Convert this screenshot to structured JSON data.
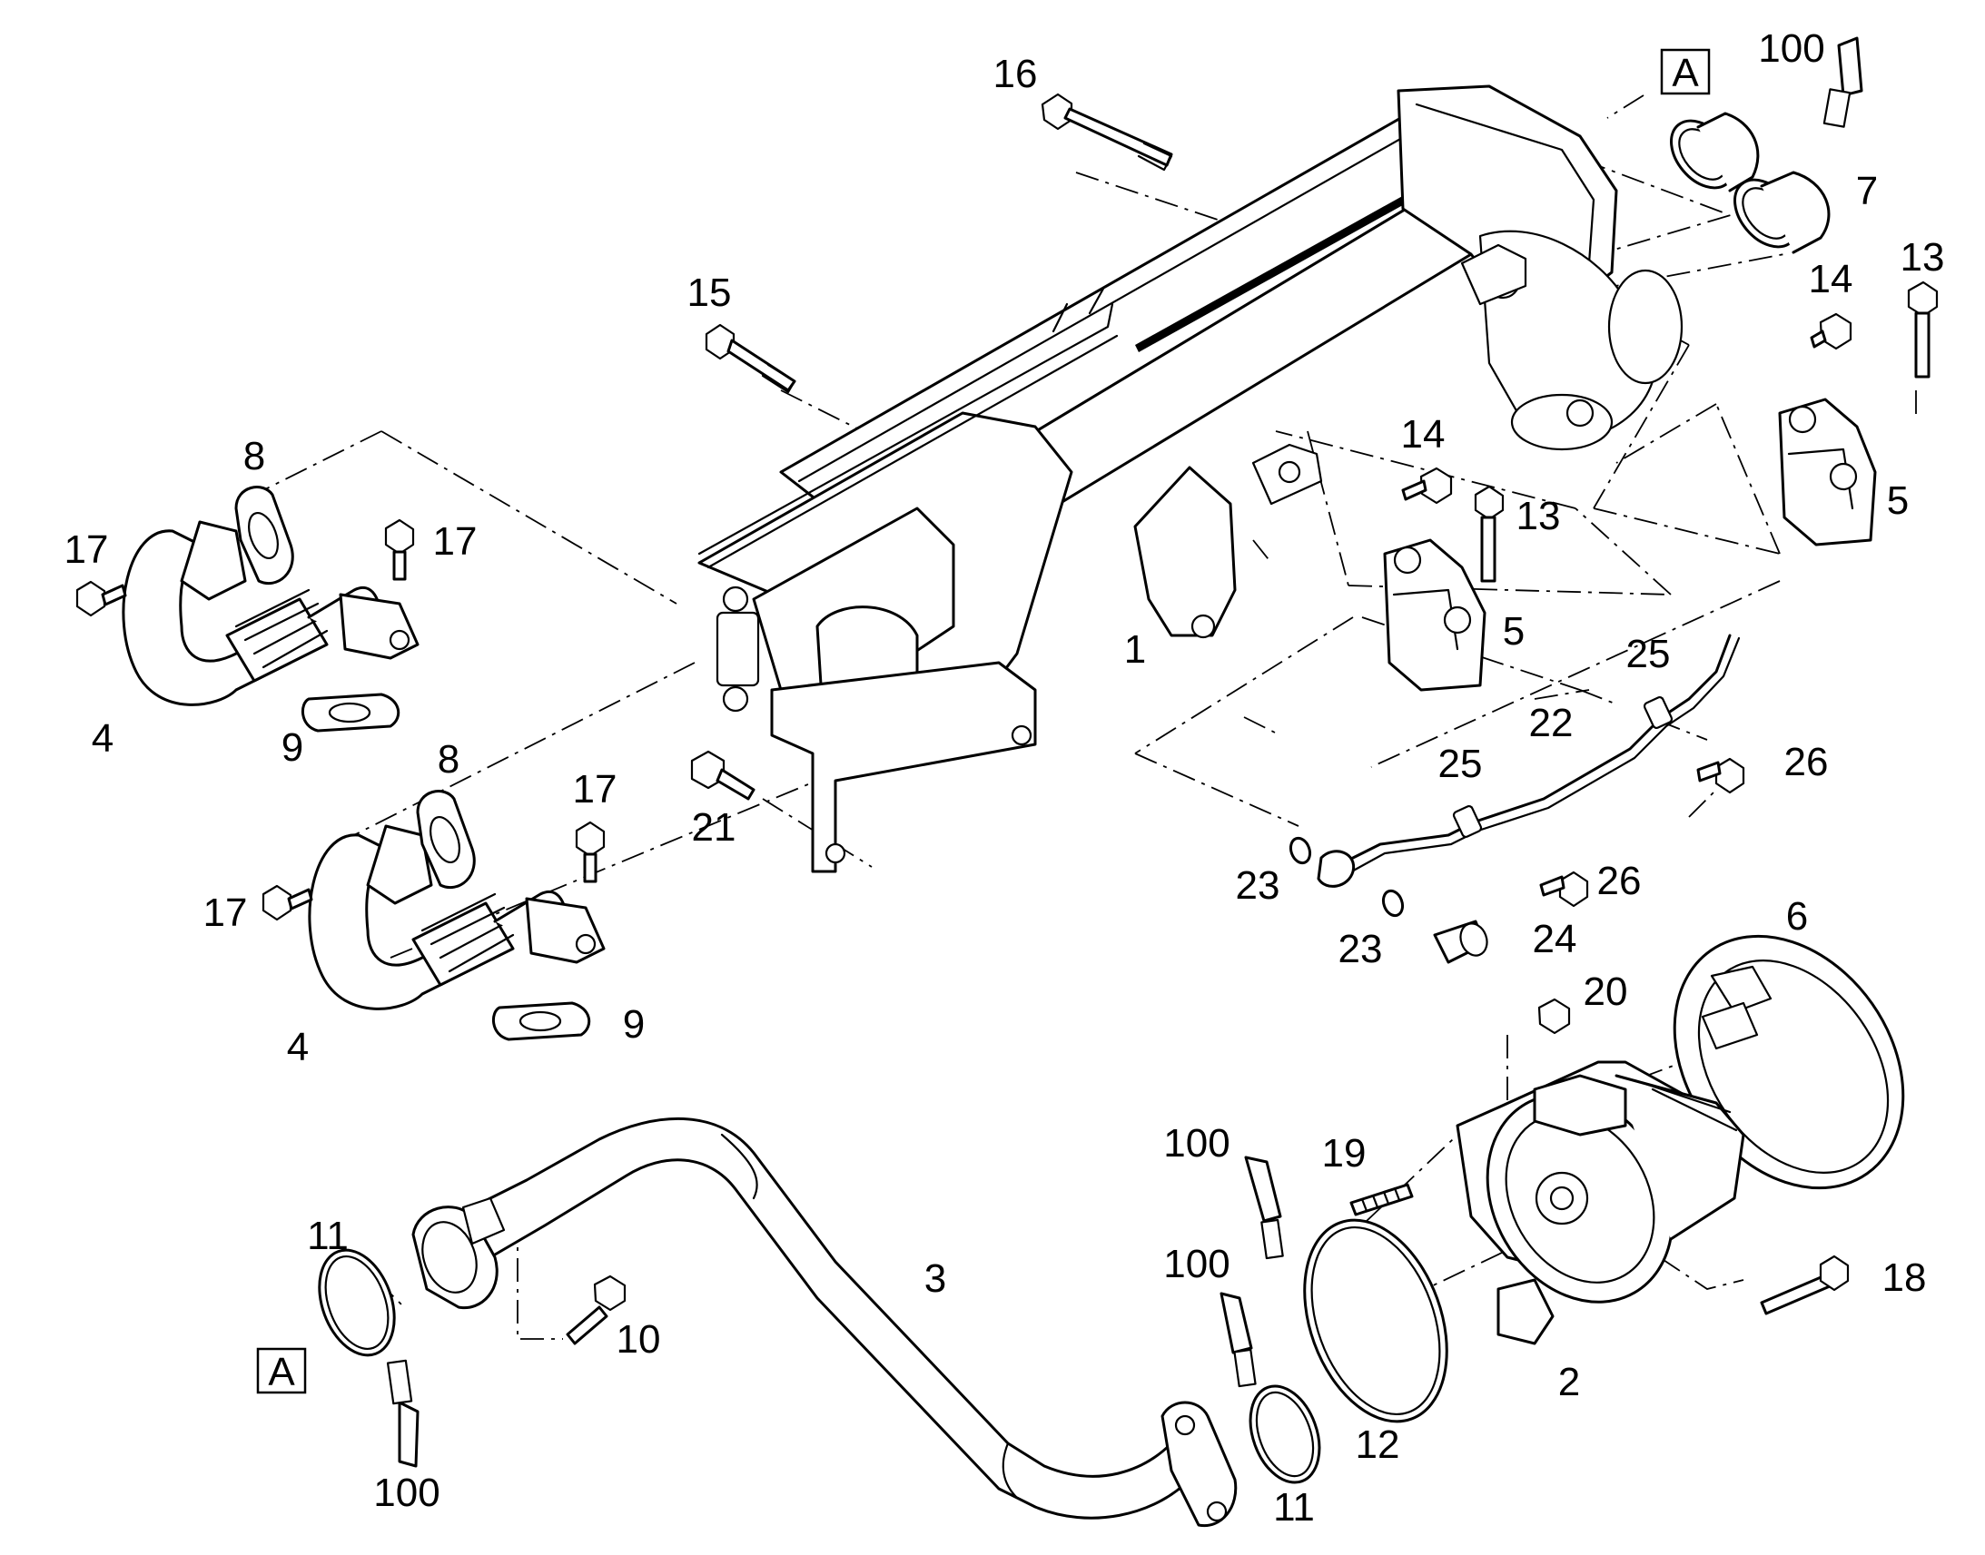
{
  "callouts": [
    {
      "text": "1"
    },
    {
      "text": "2"
    },
    {
      "text": "3"
    },
    {
      "text": "4"
    },
    {
      "text": "4"
    },
    {
      "text": "5"
    },
    {
      "text": "5"
    },
    {
      "text": "6"
    },
    {
      "text": "7"
    },
    {
      "text": "8"
    },
    {
      "text": "8"
    },
    {
      "text": "9"
    },
    {
      "text": "9"
    },
    {
      "text": "10"
    },
    {
      "text": "11"
    },
    {
      "text": "11"
    },
    {
      "text": "12"
    },
    {
      "text": "13"
    },
    {
      "text": "13"
    },
    {
      "text": "14"
    },
    {
      "text": "14"
    },
    {
      "text": "15"
    },
    {
      "text": "16"
    },
    {
      "text": "17"
    },
    {
      "text": "17"
    },
    {
      "text": "17"
    },
    {
      "text": "17"
    },
    {
      "text": "18"
    },
    {
      "text": "19"
    },
    {
      "text": "20"
    },
    {
      "text": "21"
    },
    {
      "text": "22"
    },
    {
      "text": "23"
    },
    {
      "text": "23"
    },
    {
      "text": "24"
    },
    {
      "text": "25"
    },
    {
      "text": "25"
    },
    {
      "text": "26"
    },
    {
      "text": "26"
    },
    {
      "text": "100"
    },
    {
      "text": "100"
    },
    {
      "text": "100"
    },
    {
      "text": "100"
    }
  ],
  "ref_markers": [
    {
      "text": "A"
    },
    {
      "text": "A"
    }
  ]
}
